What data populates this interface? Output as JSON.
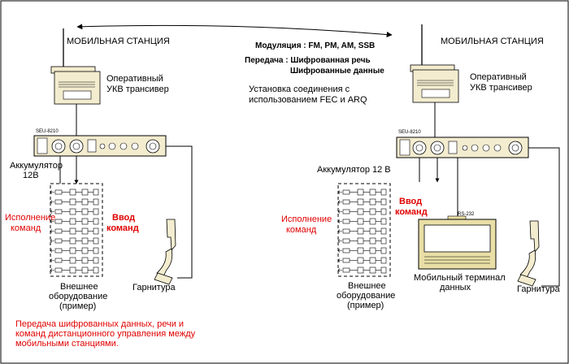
{
  "left": {
    "station_title": "МОБИЛЬНАЯ СТАНЦИЯ",
    "transceiver_line1": "Оперативный",
    "transceiver_line2": "УКВ трансивер",
    "unit_label": "SEU-8210",
    "battery_line1": "Аккумулятор",
    "battery_line2": "12В",
    "exec_line1": "Исполнение",
    "exec_line2": "команд",
    "input_line1": "Ввод",
    "input_line2": "команд",
    "equip_line1": "Внешнее",
    "equip_line2": "оборудование",
    "equip_line3": "(пример)",
    "headset": "Гарнитура"
  },
  "center": {
    "modulation": "Модуляция : FM, PM, AM, SSB",
    "transmit_line1": "Передача : Шифрованная речь",
    "transmit_line2": "Шифрованные данные",
    "setup_line1": "Установка соединения с",
    "setup_line2": "использованием FEC и ARQ"
  },
  "right": {
    "station_title": "МОБИЛЬНАЯ СТАНЦИЯ",
    "transceiver_line1": "Оперативный",
    "transceiver_line2": "УКВ трансивер",
    "unit_label": "SEU-8210",
    "battery": "Аккумулятор 12 В",
    "input_line1": "Ввод",
    "input_line2": "команд",
    "exec_line1": "Исполнение",
    "exec_line2": "команд",
    "rs_label": "RS-232",
    "equip_line1": "Внешнее",
    "equip_line2": "оборудование",
    "equip_line3": "(пример)",
    "terminal_line1": "Мобильный терминал",
    "terminal_line2": "данных",
    "headset": "Гарнитура"
  },
  "footer": {
    "line1": "Передача шифрованных данных, речи и",
    "line2": "команд дистанционного управления  между",
    "line3": "мобильными станциями."
  },
  "colors": {
    "accent_red": "#e00000",
    "device_fill": "#f3eccf",
    "terminal_fill": "#e9dfa6"
  }
}
